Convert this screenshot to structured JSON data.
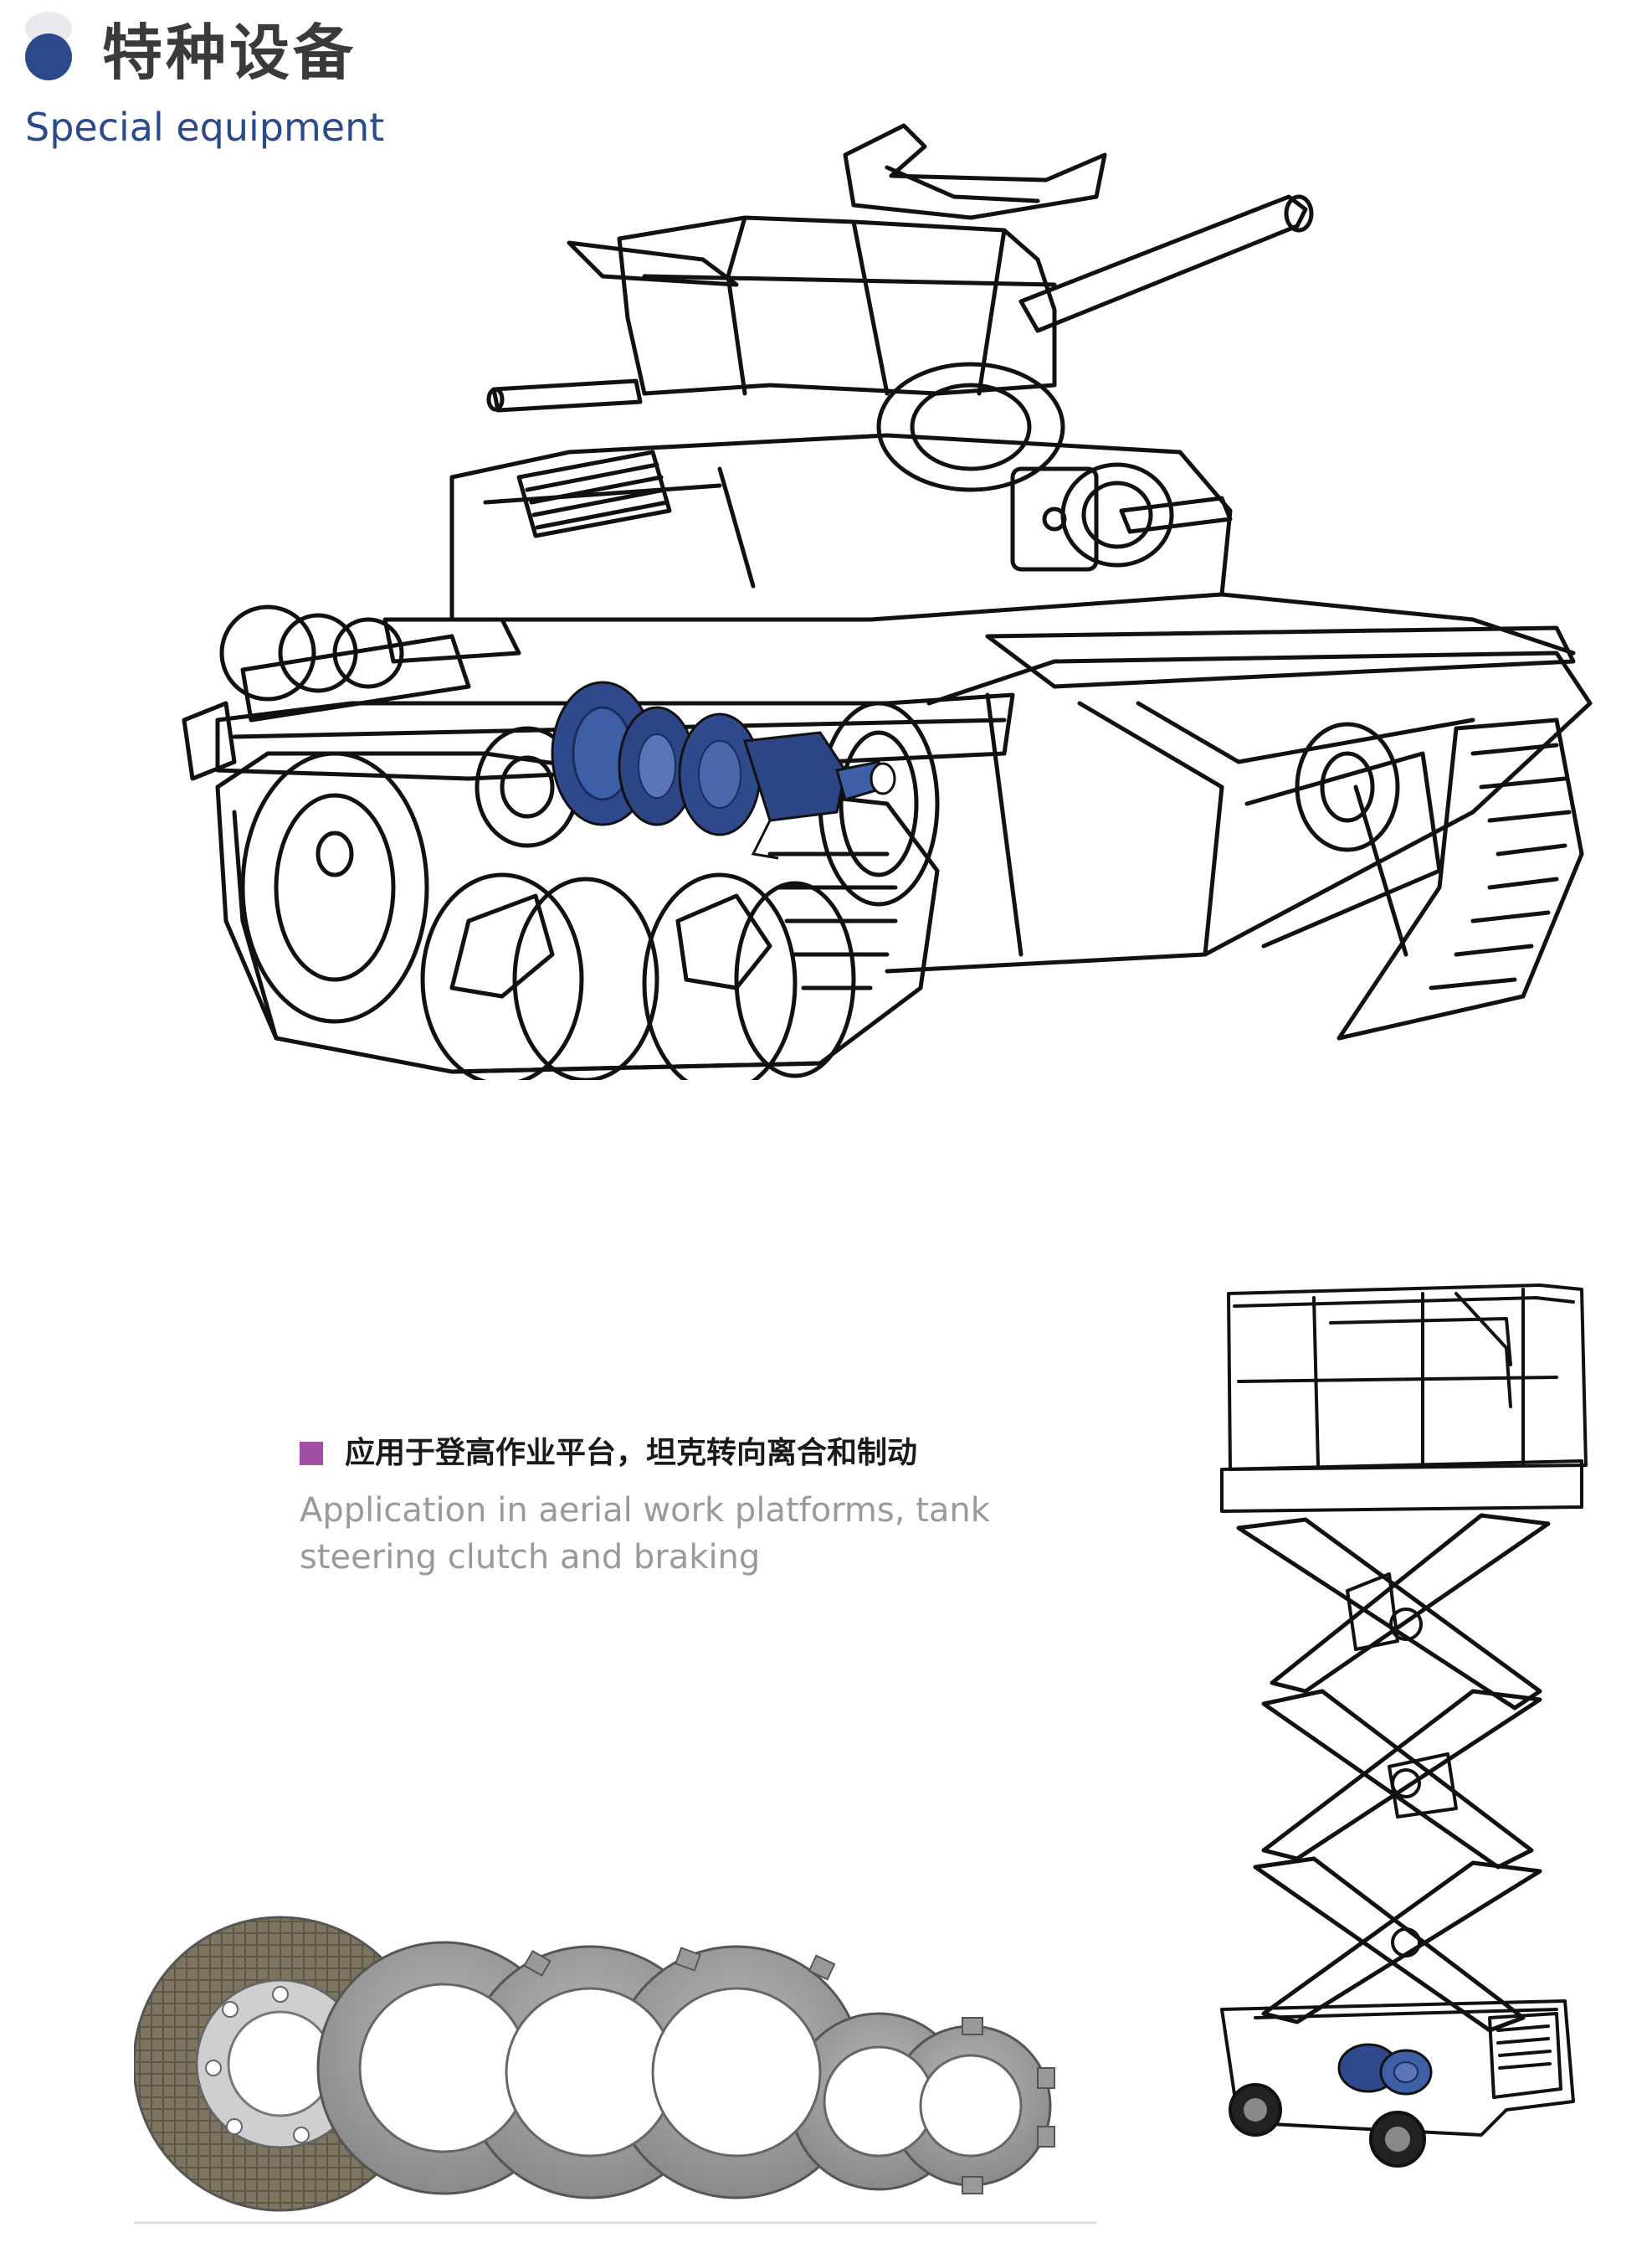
{
  "header": {
    "title_cn": "特种设备",
    "title_en": "Special equipment",
    "accent_color": "#2b4a8b"
  },
  "application": {
    "bullet_color": "#a24fa8",
    "text_cn": "应用于登高作业平台，坦克转向离合和制动",
    "text_en": "Application in aerial work platforms, tank steering clutch and braking",
    "text_en_color": "#9a9a9a"
  },
  "illustrations": {
    "tank": "tank-line-drawing",
    "scissor_lift": "scissor-lift-line-drawing",
    "friction_discs": "friction-disc-set-photo",
    "highlight_color": "#2f4a8c"
  }
}
